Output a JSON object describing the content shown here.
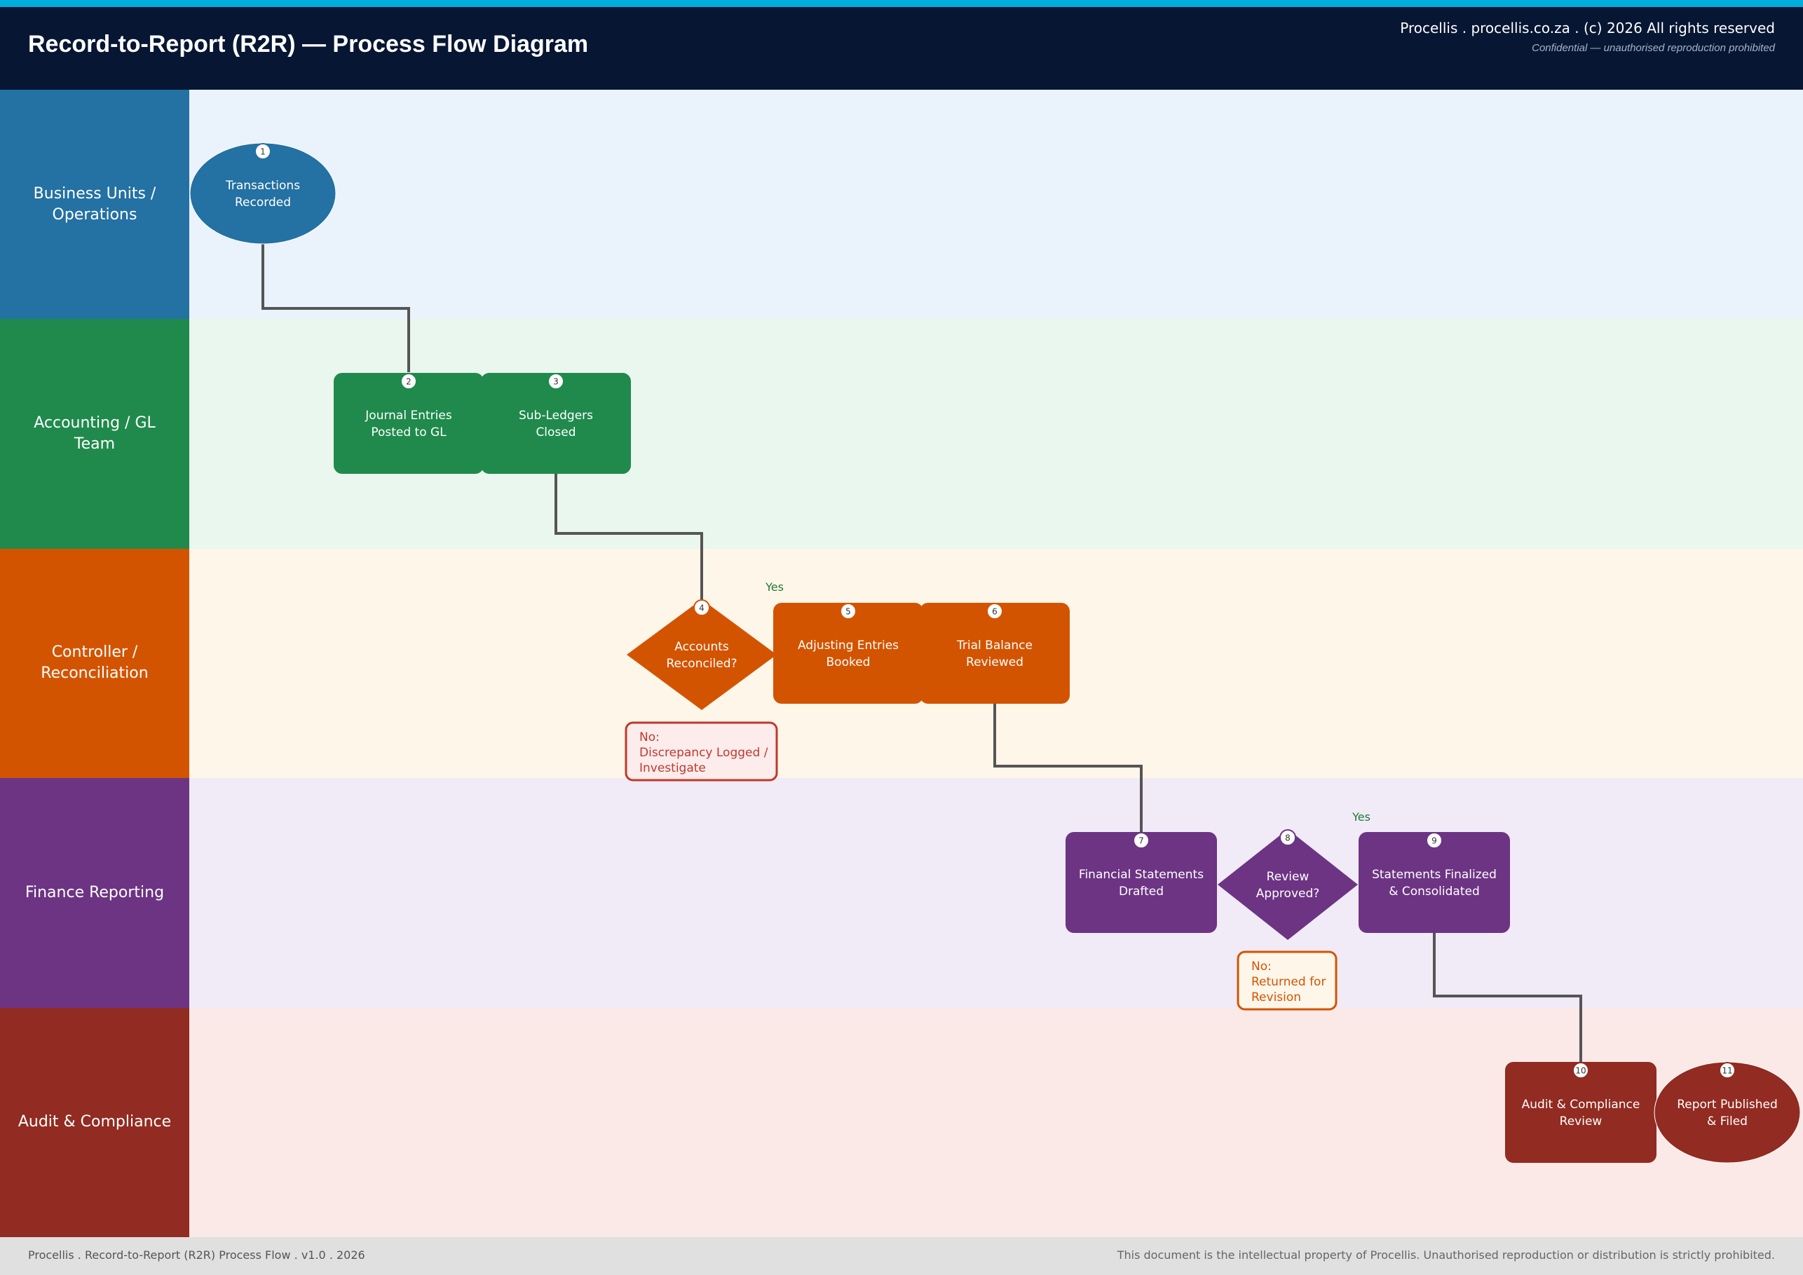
{
  "header": {
    "title": "Record-to-Report (R2R) — Process Flow Diagram",
    "right": "Procellis . procellis.co.za . (c) 2026 All rights reserved",
    "confidential": "Confidential — unauthorised reproduction prohibited"
  },
  "lanes": [
    {
      "label": "Business Units / Operations",
      "color": "#2471a3",
      "bg": "#eaf2fc"
    },
    {
      "label": "Accounting / GL Team",
      "color": "#1f8a4c",
      "bg": "#eaf7ee"
    },
    {
      "label": "Controller / Reconciliation",
      "color": "#d35400",
      "bg": "#fef6e8"
    },
    {
      "label": "Finance Reporting",
      "color": "#6c3483",
      "bg": "#f1eaf7"
    },
    {
      "label": "Audit & Compliance",
      "color": "#922b21",
      "bg": "#fbe9e7"
    }
  ],
  "nodes": [
    {
      "num": "1",
      "lines": [
        "Transactions",
        "Recorded"
      ]
    },
    {
      "num": "2",
      "lines": [
        "Journal Entries",
        "Posted to GL"
      ]
    },
    {
      "num": "3",
      "lines": [
        "Sub-Ledgers",
        "Closed"
      ]
    },
    {
      "num": "4",
      "lines": [
        "Accounts",
        "Reconciled?"
      ]
    },
    {
      "num": "5",
      "lines": [
        "Adjusting Entries",
        "Booked"
      ]
    },
    {
      "num": "6",
      "lines": [
        "Trial Balance",
        "Reviewed"
      ]
    },
    {
      "num": "7",
      "lines": [
        "Financial Statements",
        "Drafted"
      ]
    },
    {
      "num": "8",
      "lines": [
        "Review",
        "Approved?"
      ]
    },
    {
      "num": "9",
      "lines": [
        "Statements Finalized",
        "& Consolidated"
      ]
    },
    {
      "num": "10",
      "lines": [
        "Audit & Compliance",
        "Review"
      ]
    },
    {
      "num": "11",
      "lines": [
        "Report Published",
        "& Filed"
      ]
    }
  ],
  "edge_labels": {
    "yes1": "Yes",
    "yes2": "Yes"
  },
  "notes": [
    {
      "lines": [
        "No:",
        "Discrepancy Logged /",
        "Investigate"
      ],
      "color": "#c0392b",
      "bg": "#fdecec"
    },
    {
      "lines": [
        "No:",
        "Returned for",
        "Revision"
      ],
      "color": "#d35400",
      "bg": "#fff6ea"
    }
  ],
  "footer": {
    "left": "Procellis . Record-to-Report (R2R) Process Flow . v1.0 . 2026",
    "right": "This document is the intellectual property of Procellis. Unauthorised reproduction or distribution is strictly prohibited."
  }
}
